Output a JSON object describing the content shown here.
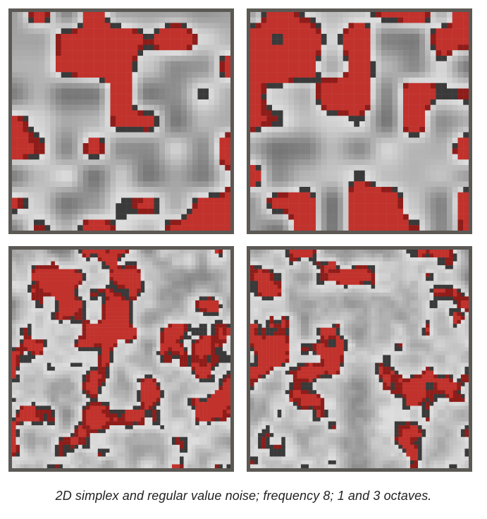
{
  "caption": "2D simplex and regular value noise; frequency 8; 1 and 3 octaves.",
  "panels": [
    {
      "name": "simplex-noise-1-octave",
      "noise": "simplex",
      "frequency": 8,
      "octaves": 1
    },
    {
      "name": "value-noise-1-octave",
      "noise": "value",
      "frequency": 8,
      "octaves": 1
    },
    {
      "name": "simplex-noise-3-octaves",
      "noise": "simplex",
      "frequency": 8,
      "octaves": 3
    },
    {
      "name": "value-noise-3-octaves",
      "noise": "value",
      "frequency": 8,
      "octaves": 3
    }
  ],
  "colors": {
    "frame": "#5c5955",
    "red": "#c2322c",
    "red_dark": "#8e1d1a",
    "outline": "#3a3a3a",
    "gray_light": "#e2e2e2",
    "gray_mid": "#a9a9a9",
    "gray_dark": "#6f6f6f"
  }
}
